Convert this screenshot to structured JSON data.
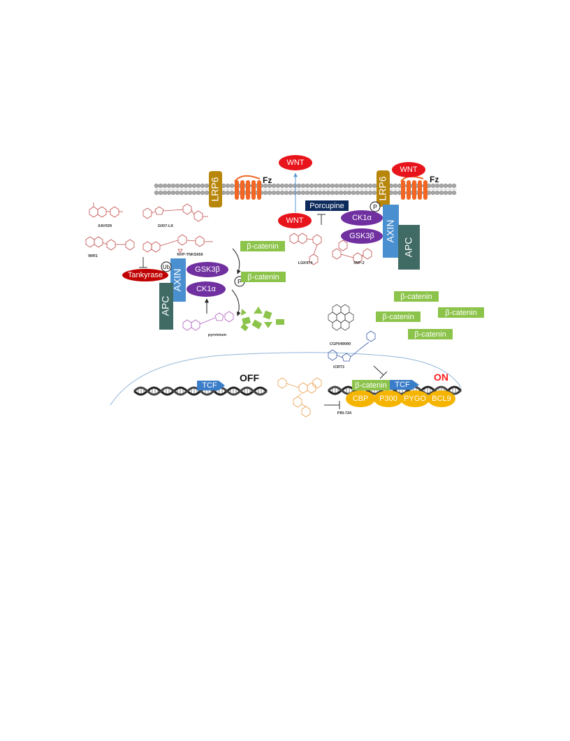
{
  "labels": {
    "wnt": "WNT",
    "lrp6": "LRP6",
    "fz": "Fz",
    "porcupine": "Porcupine",
    "axin": "AXIN",
    "apc": "APC",
    "ck1a": "CK1α",
    "gsk3b": "GSK3β",
    "tankyrase": "Tankyrase",
    "ub": "Ub",
    "p": "P",
    "beta_catenin": "β-catenin",
    "tcf": "TCF",
    "off": "OFF",
    "on": "ON",
    "cbp": "CBP",
    "p300": "P300",
    "pygo": "PYGO",
    "bcl9": "BCL9"
  },
  "drugs": {
    "xav939": "XAV939",
    "g007lk": "G007-LK",
    "iwr1": "IWR1",
    "nvp": "NVP-TNKS656",
    "lgk974": "LGK974",
    "iwp2": "IWP-2",
    "pyrvinium": "pyrvinium",
    "cgp049090": "CGP049090",
    "icrt3": "iCRT3",
    "pri724": "PRI-724"
  },
  "colors": {
    "wnt": "#e8141b",
    "lrp6": "#b8860b",
    "fz": "#f26522",
    "porcupine": "#0d2a5c",
    "axin": "#4a90d0",
    "apc": "#3f6b64",
    "kinase": "#7030a0",
    "tankyrase": "#c00000",
    "beta_catenin": "#8cc34a",
    "tcf": "#3a7dc9",
    "coactivator": "#f5b400",
    "on": "#ff1a1a",
    "membrane": "#a0a0a0",
    "inhibitor_drug": "#c0504d",
    "pyrvinium_drug": "#b060c0",
    "cgp_drug": "#4a4a4a",
    "icrt_drug": "#3b5ba8",
    "pri_drug": "#e8a050"
  }
}
